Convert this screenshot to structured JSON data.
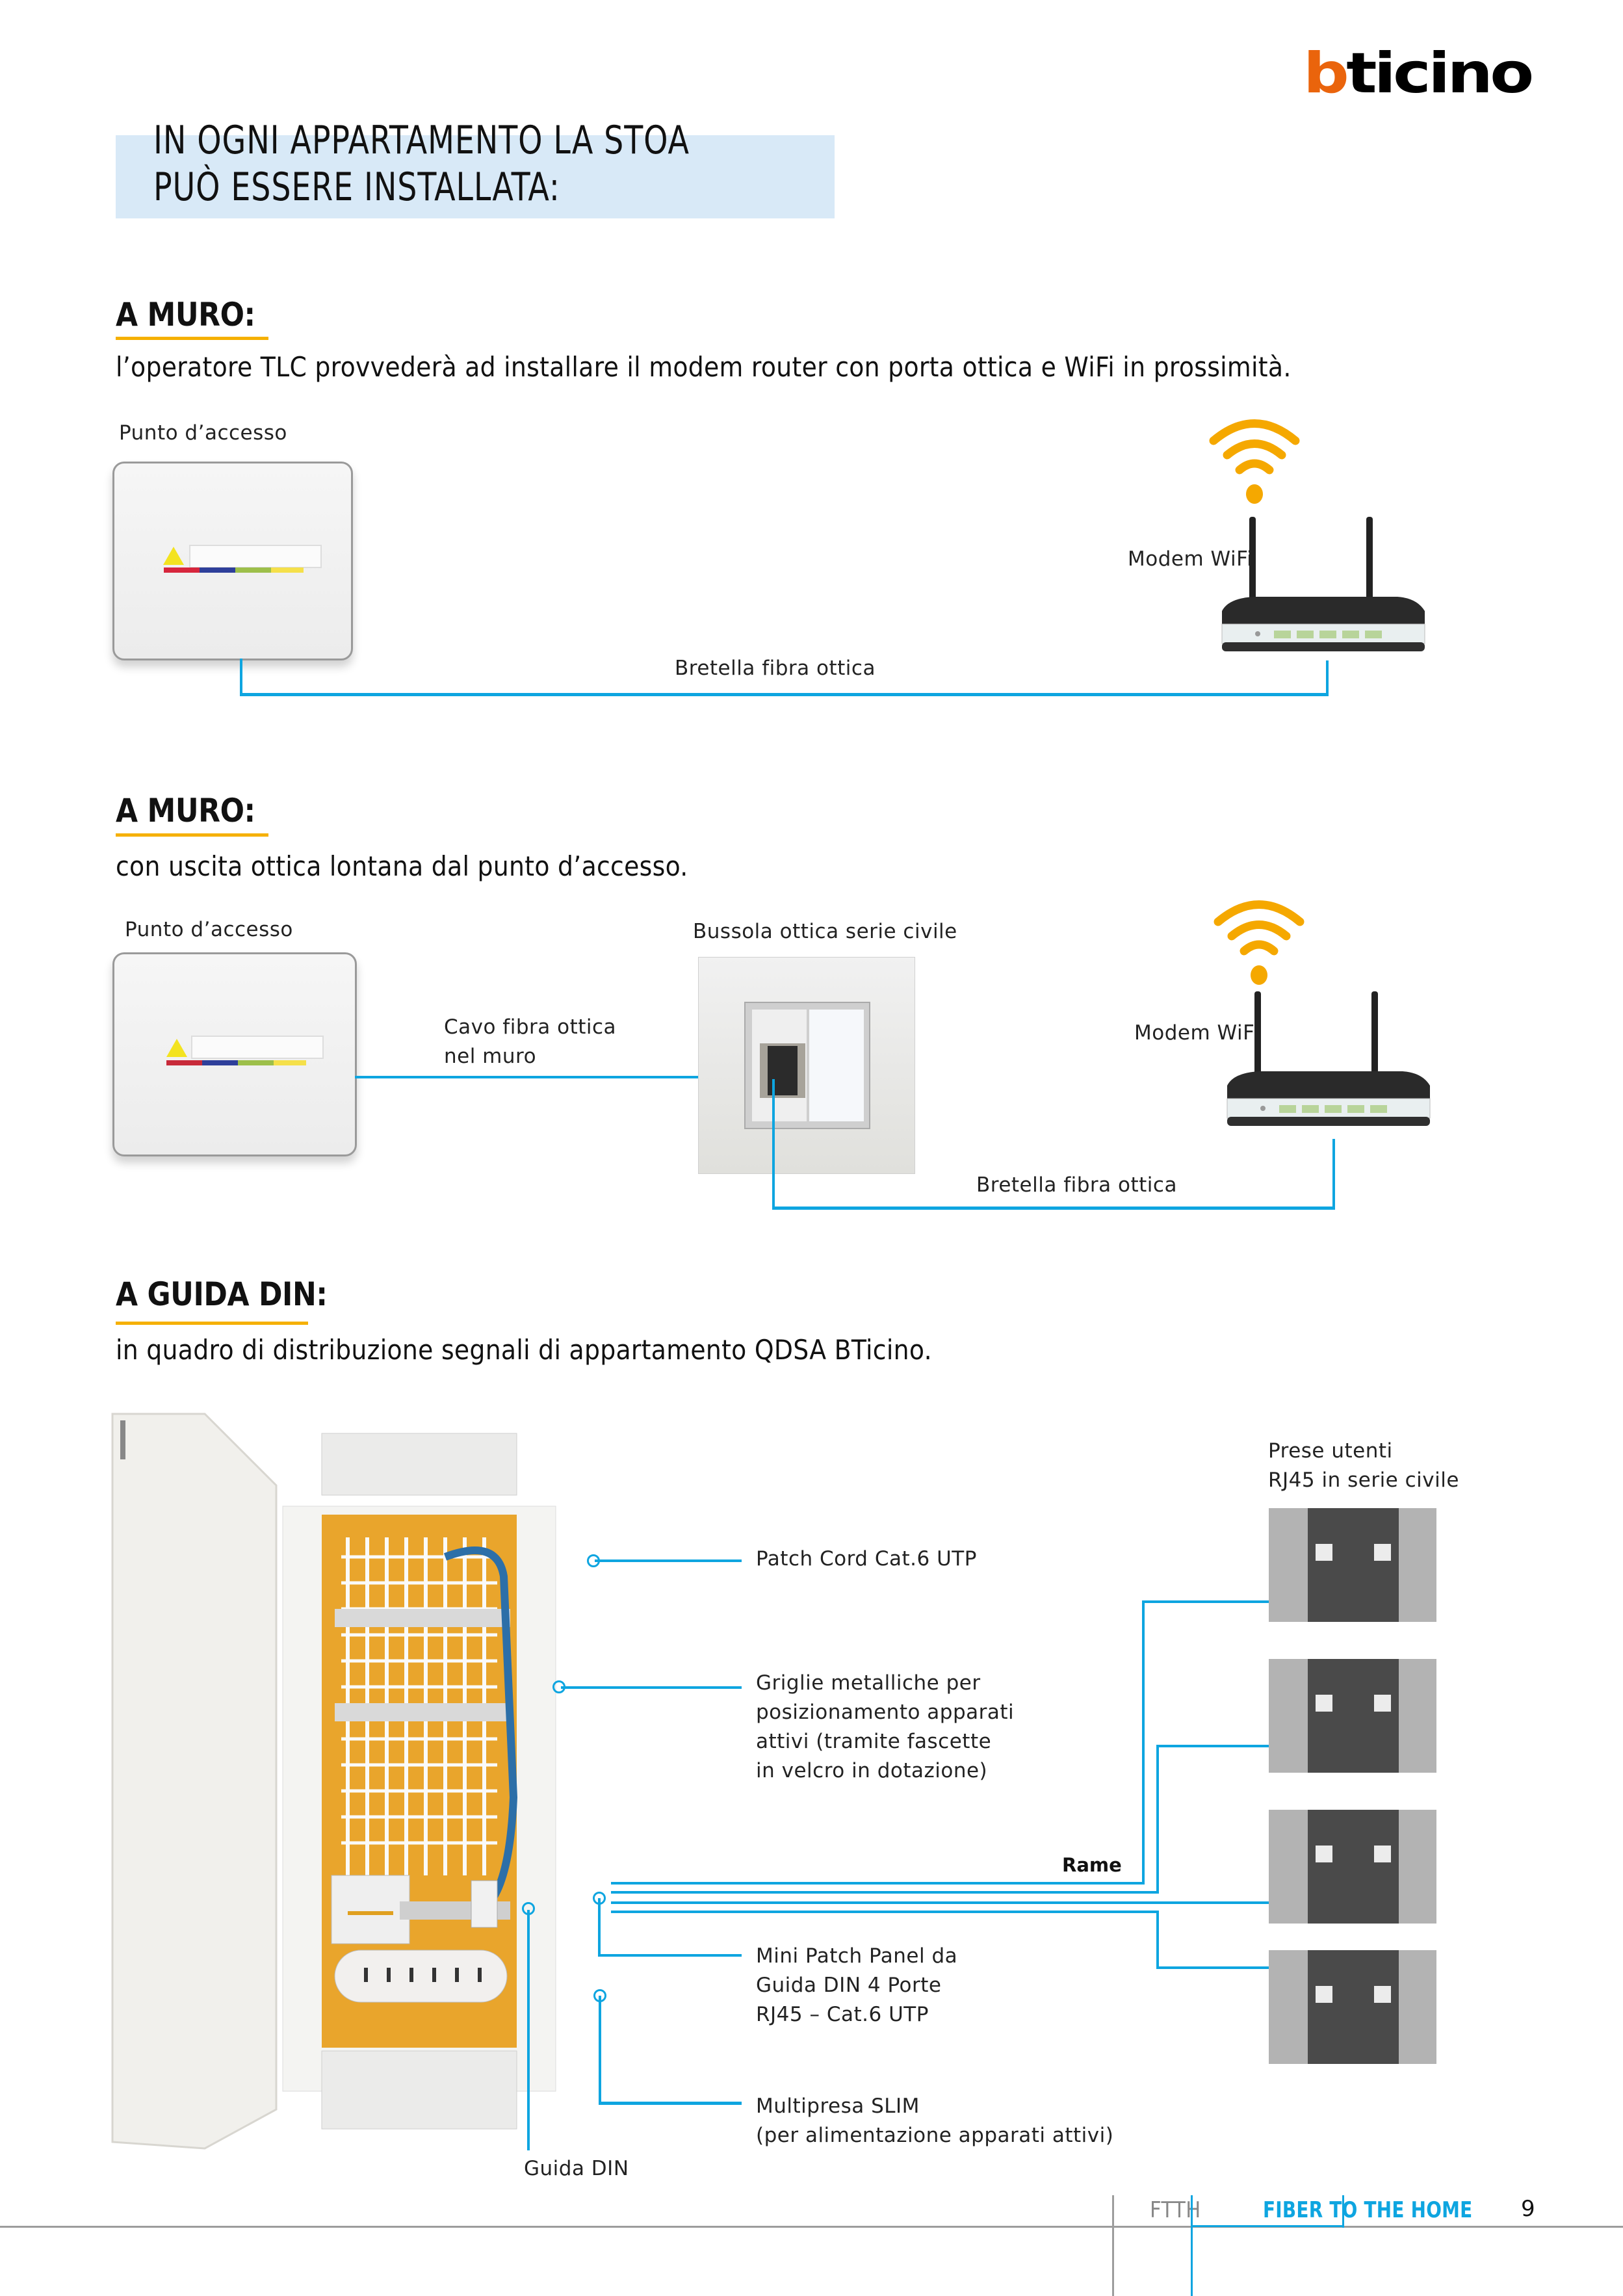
{
  "brand": {
    "logo_b": "b",
    "logo_rest": "ticino",
    "logo_color": "#ea640c"
  },
  "hero": {
    "title": "IN OGNI APPARTAMENTO LA STOA\nPUÒ ESSERE INSTALLATA:"
  },
  "sections": [
    {
      "heading": "A MURO:",
      "subtitle": "l’operatore TLC  provvederà ad installare il modem router con porta ottica e WiFi in prossimità.",
      "labels": {
        "access_point": "Punto d’accesso",
        "modem": "Modem WiFi",
        "patch": "Bretella fibra ottica"
      }
    },
    {
      "heading": "A MURO:",
      "subtitle": "con uscita ottica lontana dal punto d’accesso.",
      "labels": {
        "access_point": "Punto d’accesso",
        "wall_cable": "Cavo fibra ottica\nnel muro",
        "socket": "Bussola ottica serie civile",
        "modem": "Modem WiFi",
        "patch": "Bretella fibra ottica"
      }
    },
    {
      "heading": "A GUIDA DIN:",
      "subtitle": "in quadro di distribuzione segnali di appartamento QDSA BTicino.",
      "labels": {
        "outlets": "Prese utenti\nRJ45 in serie civile",
        "patch_cord": "Patch Cord Cat.6 UTP",
        "grids": "Griglie metalliche per\nposizionamento apparati\nattivi  (tramite fascette\nin velcro in dotazione)",
        "copper": "Rame",
        "mini_panel": "Mini Patch Panel da\nGuida DIN 4 Porte\nRJ45 – Cat.6 UTP",
        "multipresa": "Multipresa SLIM\n(per alimentazione apparati attivi)",
        "din_rail": "Guida DIN"
      }
    }
  ],
  "footer": {
    "section": "FTTH",
    "title": "FIBER TO THE HOME",
    "page": "9"
  },
  "colors": {
    "accent_blue": "#0ea5e0",
    "underline_yellow": "#f5b000",
    "wifi_orange": "#f5a800",
    "hero_bg": "#d8e9f7"
  }
}
